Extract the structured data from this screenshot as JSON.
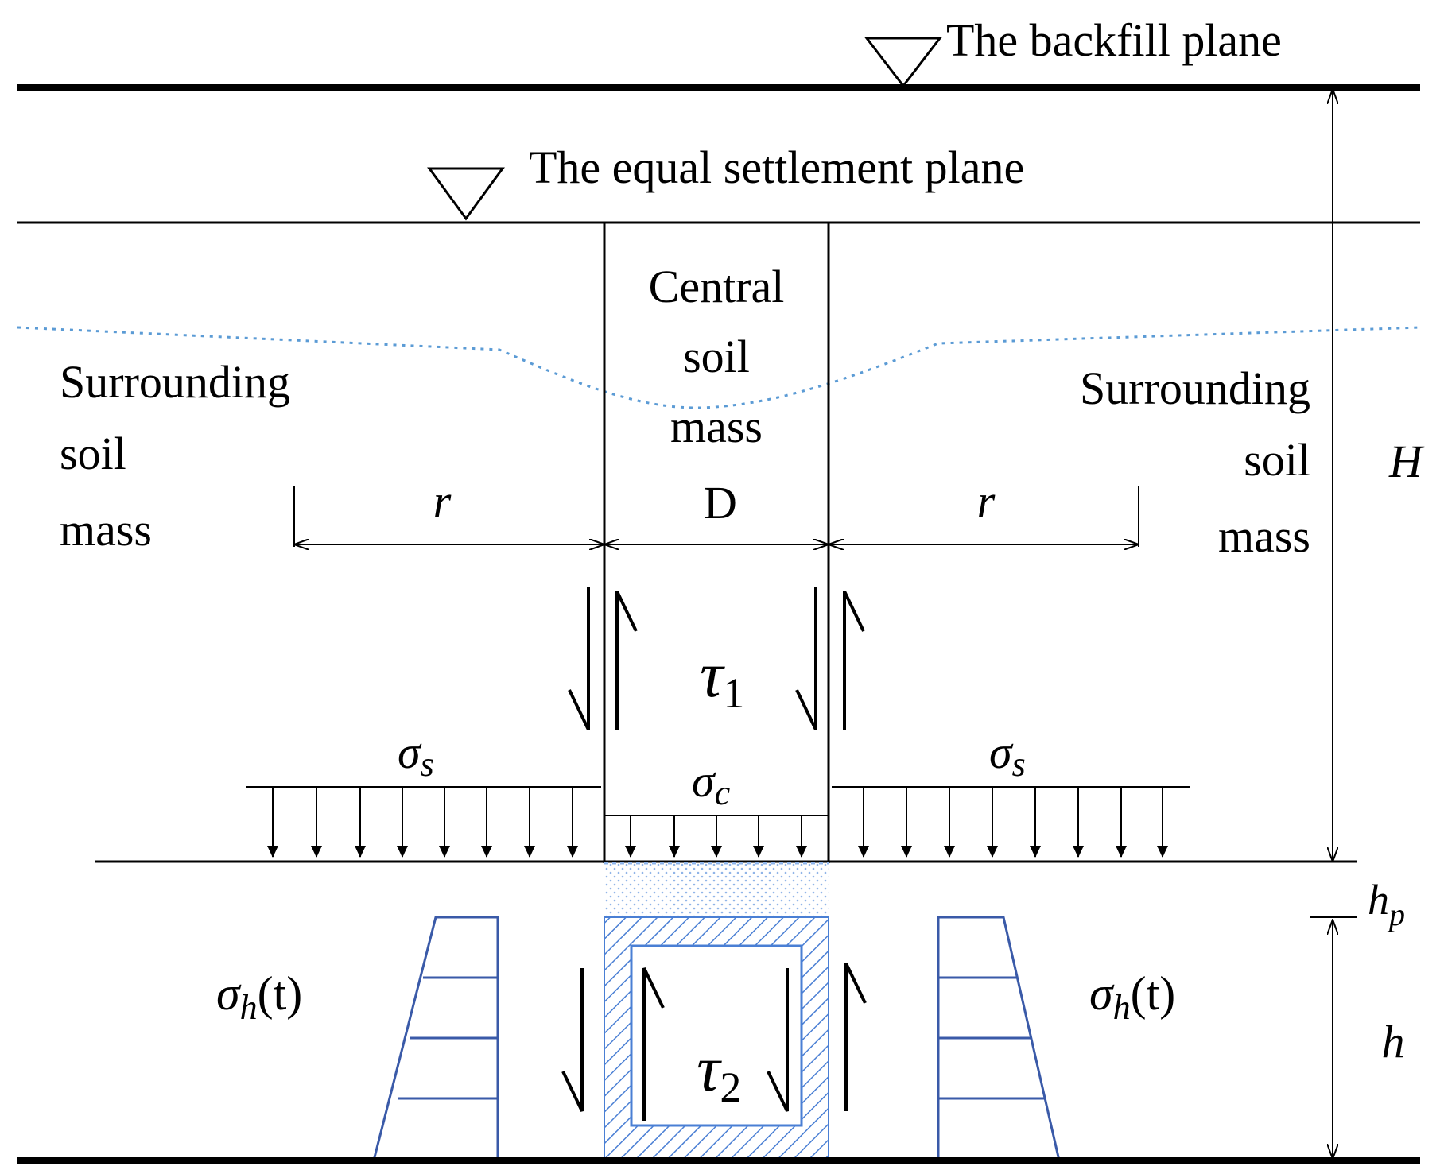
{
  "labels": {
    "backfill_plane": "The backfill plane",
    "equal_settlement_plane": "The equal settlement plane",
    "central": [
      "Central",
      "soil",
      "mass"
    ],
    "surrounding_left": [
      "Surrounding",
      "soil",
      "mass"
    ],
    "surrounding_right": [
      "Surrounding",
      "soil",
      "mass"
    ],
    "r_left": "r",
    "r_right": "r",
    "D": "D",
    "H": "H",
    "h": "h",
    "hp": {
      "base": "h",
      "sub": "p"
    },
    "tau1": {
      "base": "τ",
      "sub": "1"
    },
    "tau2": {
      "base": "τ",
      "sub": "2"
    },
    "sigma_s_left": {
      "base": "σ",
      "sub": "s"
    },
    "sigma_s_right": {
      "base": "σ",
      "sub": "s"
    },
    "sigma_c": {
      "base": "σ",
      "sub": "c"
    },
    "sigma_h_left": {
      "base": "σ",
      "sub": "h",
      "tail": "(t)"
    },
    "sigma_h_right": {
      "base": "σ",
      "sub": "h",
      "tail": "(t)"
    }
  },
  "colors": {
    "lines": "#000000",
    "settlement_curve": "#5b9bd5",
    "pipe_hatch": "#4a7fd4",
    "pressure_diagram": "#3a5aa8",
    "fill_dots": "#8fb4e8"
  },
  "icons": {
    "water_level_marker": "inverted-triangle",
    "shear_arrow": "half-arrow"
  }
}
